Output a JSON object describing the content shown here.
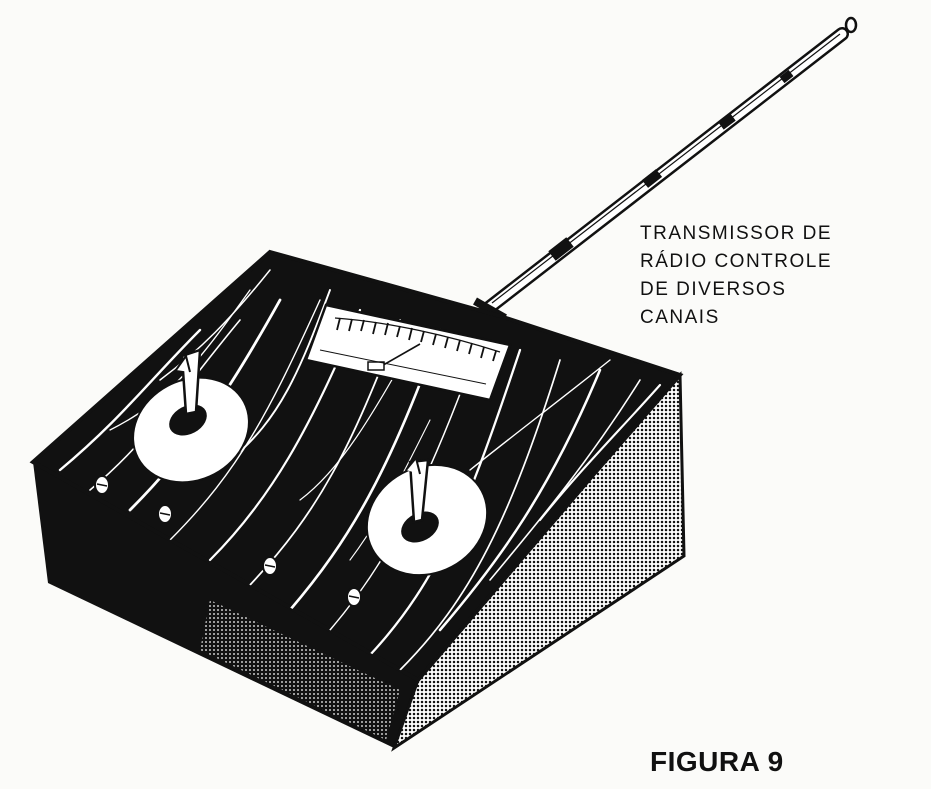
{
  "caption": {
    "lines": [
      "TRANSMISSOR DE",
      "RÁDIO CONTROLE",
      "DE DIVERSOS",
      "CANAIS"
    ]
  },
  "figure_label": "FIGURA 9",
  "colors": {
    "ink": "#111111",
    "paper": "#fbfbf9",
    "dial": "#ffffff"
  }
}
